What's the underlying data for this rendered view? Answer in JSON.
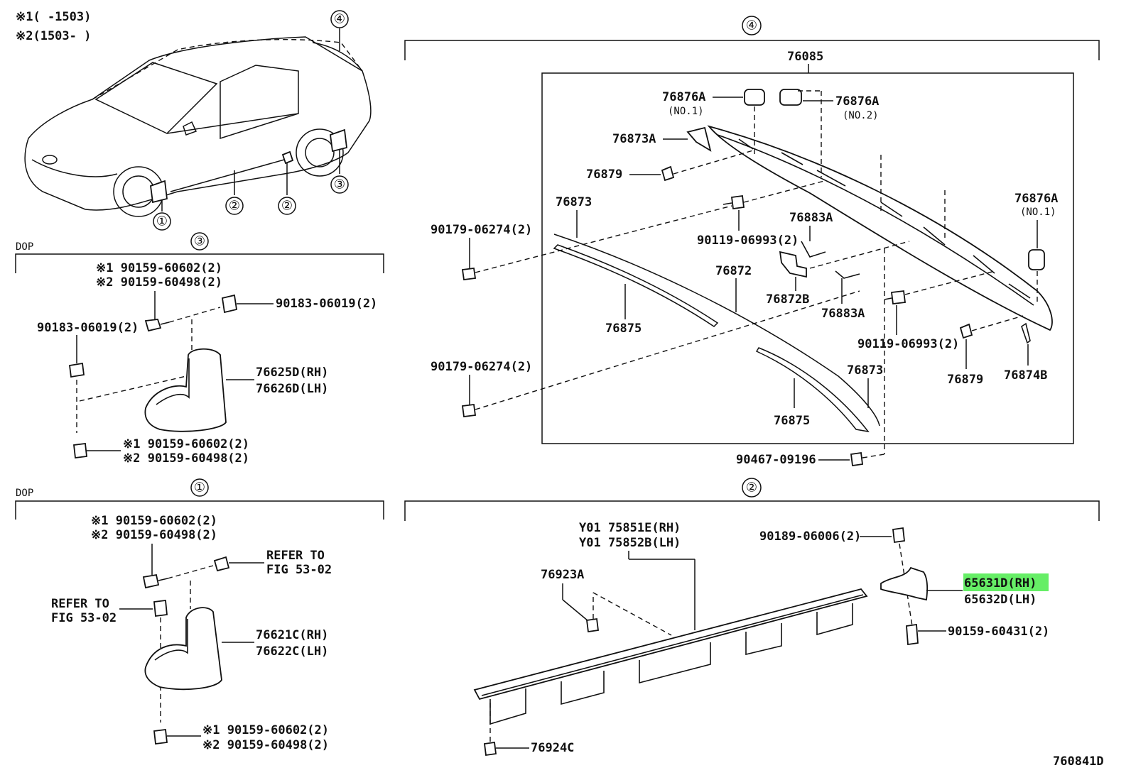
{
  "notes": {
    "n1": "※1(      -1503)",
    "n2": "※2(1503-      )"
  },
  "car": {
    "callouts": [
      "④",
      "②",
      "②",
      "③",
      "①"
    ]
  },
  "section3": {
    "circle": "③",
    "tag": "DOP",
    "top_bolt": [
      "※1 90159-60602(2)",
      "※2 90159-60498(2)"
    ],
    "clip_right": "90183-06019(2)",
    "clip_left": "90183-06019(2)",
    "mudguard": [
      "76625D(RH)",
      "76626D(LH)"
    ],
    "bottom_bolt": [
      "※1 90159-60602(2)",
      "※2 90159-60498(2)"
    ]
  },
  "section1": {
    "circle": "①",
    "tag": "DOP",
    "top_bolt": [
      "※1 90159-60602(2)",
      "※2 90159-60498(2)"
    ],
    "refer_right": [
      "REFER TO",
      "FIG 53-02"
    ],
    "refer_left": [
      "REFER TO",
      "FIG 53-02"
    ],
    "mudguard": [
      "76621C(RH)",
      "76622C(LH)"
    ],
    "bottom_bolt": [
      "※1 90159-60602(2)",
      "※2 90159-60498(2)"
    ]
  },
  "section4": {
    "circle": "④",
    "assembly": "76085",
    "labels": {
      "a1": "76876A",
      "a1s": "(NO.1)",
      "a2": "76876A",
      "a2s": "(NO.2)",
      "a3": "76876A",
      "a3s": "(NO.1)",
      "b1": "76873A",
      "c1": "76879",
      "c2": "76879",
      "d1": "76873",
      "d2": "76873",
      "e1": "90179-06274(2)",
      "e2": "90179-06274(2)",
      "f1": "90119-06993(2)",
      "f2": "90119-06993(2)",
      "g1": "76883A",
      "g2": "76883A",
      "h1": "76872",
      "h2": "76872B",
      "i1": "76875",
      "i2": "76875",
      "j1": "76874B",
      "k1": "90467-09196"
    }
  },
  "section2": {
    "circle": "②",
    "moulding": [
      "Y01 75851E(RH)",
      "Y01 75852B(LH)"
    ],
    "clip_a": "76923A",
    "clip_b": "76924C",
    "top_clip": "90189-06006(2)",
    "bracket_rh": "65631D(RH)",
    "bracket_lh": "65632D(LH)",
    "screw": "90159-60431(2)",
    "highlight_color": "#66ee66"
  },
  "figure_code": "760841D"
}
